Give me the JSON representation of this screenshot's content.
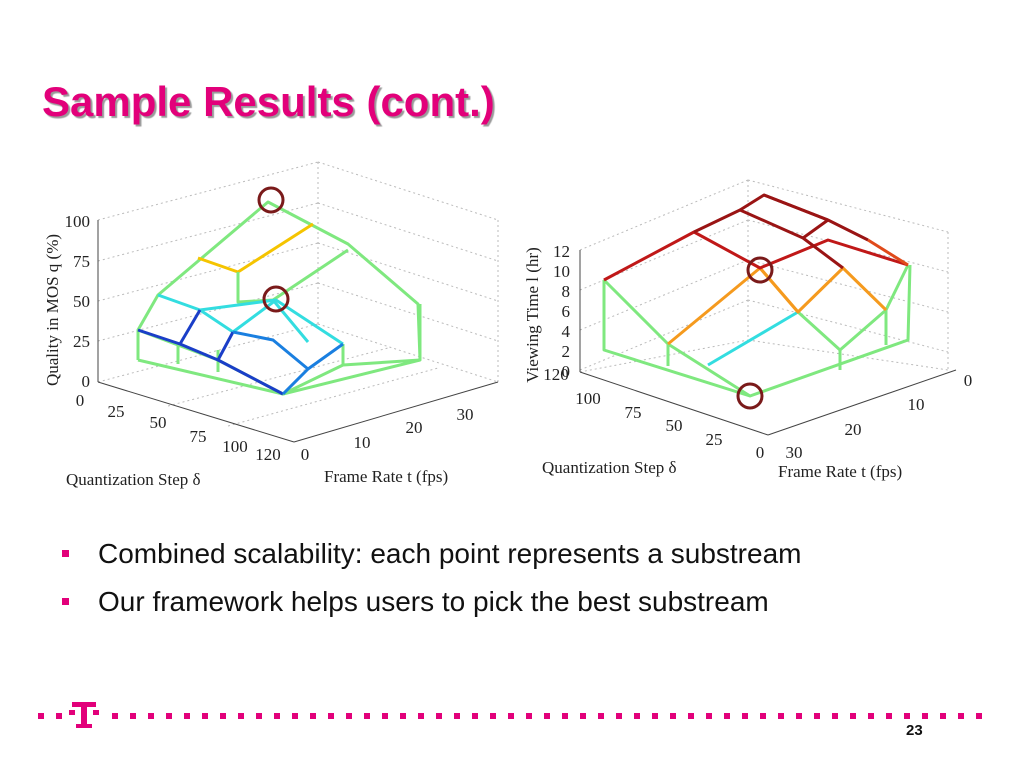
{
  "slide": {
    "title": "Sample Results (cont.)",
    "bullets": [
      "Combined scalability: each point represents a substream",
      "Our framework helps users to pick the best substream"
    ],
    "page_number": "23"
  },
  "colors": {
    "title": "#e2007a",
    "bullet_marker": "#e2007a",
    "footer": "#e2007a",
    "highlight_circle": "#7a1a1a"
  },
  "chart_data": [
    {
      "type": "surface",
      "zlabel": "Quality in MOS q (%)",
      "xlabel": "Quantization Step δ",
      "ylabel": "Frame Rate t (fps)",
      "z_ticks": [
        "0",
        "25",
        "50",
        "75",
        "100"
      ],
      "x_ticks": [
        "0",
        "25",
        "50",
        "75",
        "100",
        "120"
      ],
      "y_ticks": [
        "0",
        "10",
        "20",
        "30"
      ],
      "zlim": [
        0,
        100
      ],
      "highlighted_points": [
        {
          "quantization_step": 0,
          "frame_rate": 30,
          "quality": 100
        },
        {
          "quantization_step": 50,
          "frame_rate": 30,
          "quality": 52
        }
      ]
    },
    {
      "type": "surface",
      "zlabel": "Viewing Time l (hr)",
      "xlabel": "Quantization Step δ",
      "ylabel": "Frame Rate t (fps)",
      "z_ticks": [
        "0",
        "2",
        "4",
        "6",
        "8",
        "10",
        "12"
      ],
      "x_ticks": [
        "120",
        "100",
        "75",
        "50",
        "25",
        "0"
      ],
      "y_ticks": [
        "0",
        "10",
        "20",
        "30"
      ],
      "zlim": [
        0,
        12
      ],
      "highlighted_points": [
        {
          "quantization_step": 50,
          "frame_rate": 30,
          "viewing_time": 10
        },
        {
          "quantization_step": 0,
          "frame_rate": 30,
          "viewing_time": 0
        }
      ]
    }
  ]
}
